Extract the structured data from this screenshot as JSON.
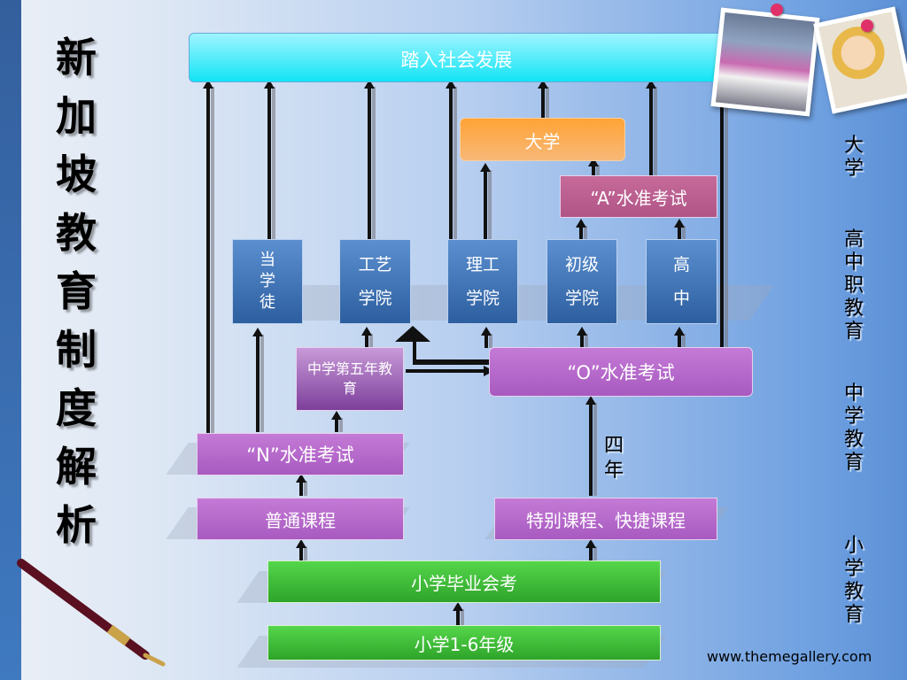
{
  "title_chars": [
    "新",
    "加",
    "坡",
    "教",
    "育",
    "制",
    "度",
    "解",
    "析"
  ],
  "boxes": {
    "society": "踏入社会发展",
    "university": "大学",
    "a_level": "“A”水准考试",
    "apprentice": "当学徒",
    "craft_line1": "工艺",
    "craft_line2": "学院",
    "poly_line1": "理工",
    "poly_line2": "学院",
    "junior_line1": "初级",
    "junior_line2": "学院",
    "high_line1": "高",
    "high_line2": "中",
    "sec5": "中学第五年教育",
    "o_level": "“O”水准考试",
    "n_level": "“N”水准考试",
    "four_years": "四年",
    "normal": "普通课程",
    "special": "特别课程、快捷课程",
    "psle": "小学毕业会考",
    "primary": "小学1-6年级"
  },
  "side_labels": {
    "university": "大学",
    "high_vocational": "高中职教育",
    "secondary": "中学教育",
    "primary": "小学教育"
  },
  "url": "www.themegallery.com"
}
